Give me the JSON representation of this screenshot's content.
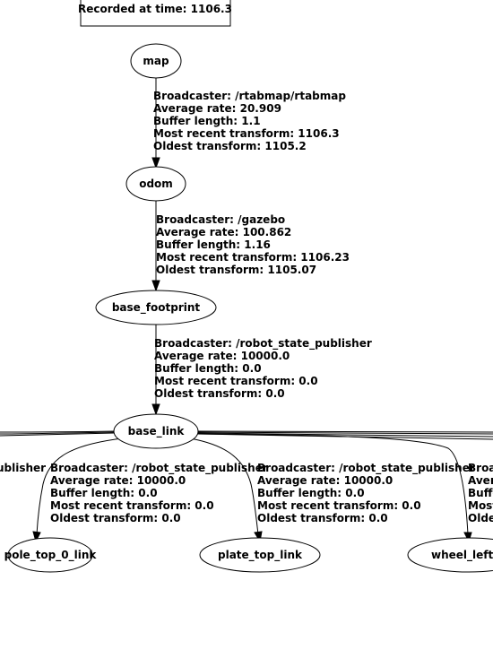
{
  "recorded": "Recorded at time: 1106.3",
  "nodes": {
    "map": "map",
    "odom": "odom",
    "base_footprint": "base_footprint",
    "base_link": "base_link",
    "pole_top_0_link": "pole_top_0_link",
    "plate_top_link": "plate_top_link",
    "wheel_left": "wheel_left_l"
  },
  "edges": {
    "map_odom": [
      "Broadcaster: /rtabmap/rtabmap",
      "Average rate: 20.909",
      "Buffer length: 1.1",
      "Most recent transform: 1106.3",
      "Oldest transform: 1105.2"
    ],
    "odom_footprint": [
      "Broadcaster: /gazebo",
      "Average rate: 100.862",
      "Buffer length: 1.16",
      "Most recent transform: 1106.23",
      "Oldest transform: 1105.07"
    ],
    "footprint_base": [
      "Broadcaster: /robot_state_publisher",
      "Average rate: 10000.0",
      "Buffer length: 0.0",
      "Most recent transform: 0.0",
      "Oldest transform: 0.0"
    ],
    "base_pole": [
      "Broadcaster: /robot_state_publisher",
      "Average rate: 10000.0",
      "Buffer length: 0.0",
      "Most recent transform: 0.0",
      "Oldest transform: 0.0"
    ],
    "base_plate": [
      "Broadcaster: /robot_state_publisher",
      "Average rate: 10000.0",
      "Buffer length: 0.0",
      "Most recent transform: 0.0",
      "Oldest transform: 0.0"
    ],
    "left_partial": [
      "ublisher"
    ],
    "right_partial": [
      "Broa",
      "Avera",
      "Buffe",
      "Most",
      "Olde"
    ]
  }
}
